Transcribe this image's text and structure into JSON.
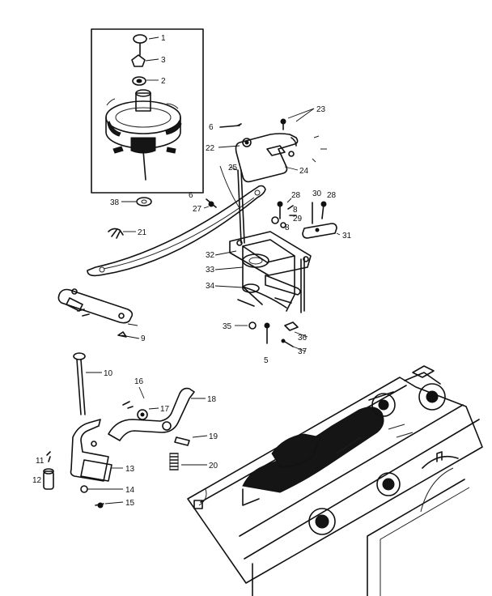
{
  "callouts": {
    "c1": "1",
    "c2": "3",
    "c3": "2",
    "c4": "23",
    "c5": "6",
    "c6": "22",
    "c7": "24",
    "c8": "25",
    "c9": "28",
    "c10": "30",
    "c11": "28",
    "c12": "38",
    "c13": "6",
    "c14": "27",
    "c15": "8",
    "c16": "29",
    "c17": "8",
    "c18": "21",
    "c19": "31",
    "c20": "32",
    "c21": "33",
    "c22": "34",
    "c23": "35",
    "c24": "5",
    "c25": "36",
    "c26": "37",
    "c27": "9",
    "c28": "10",
    "c29": "16",
    "c30": "17",
    "c31": "18",
    "c32": "19",
    "c33": "11",
    "c34": "12",
    "c35": "13",
    "c36": "14",
    "c37": "15",
    "c38": "20"
  }
}
